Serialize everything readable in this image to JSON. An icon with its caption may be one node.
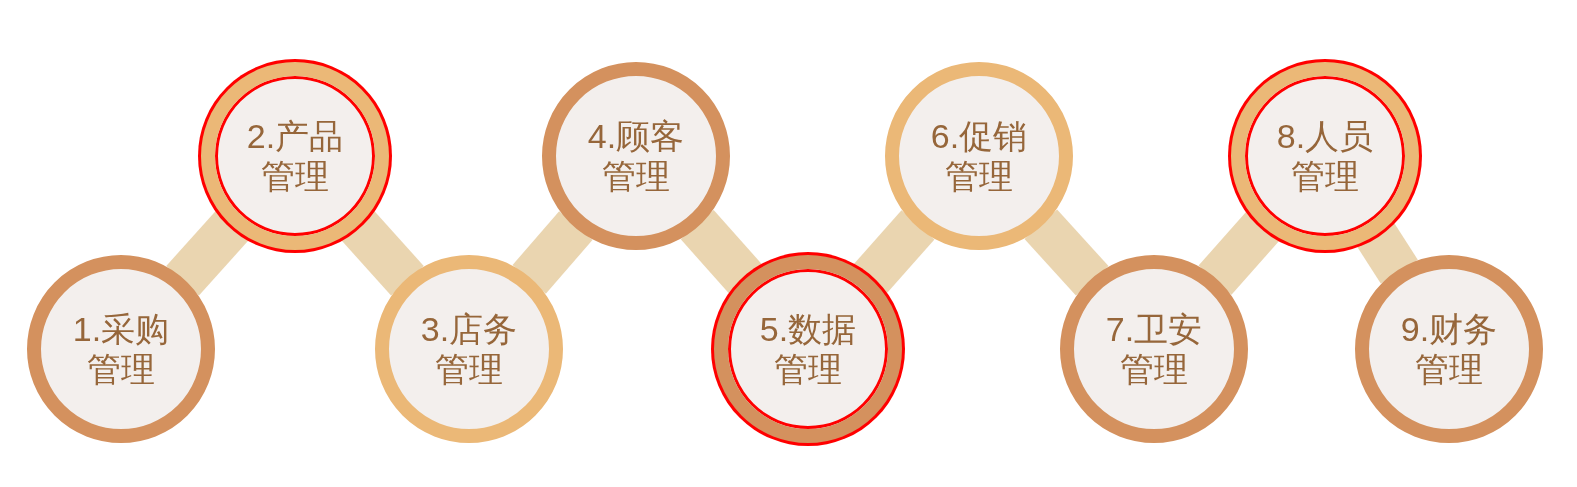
{
  "diagram": {
    "nodes": [
      {
        "text": [
          "1.采购管理"
        ]
      },
      {
        "text": [
          "2.产品管理"
        ]
      },
      {
        "text": [
          "3.店务管理"
        ]
      },
      {
        "text": [
          "4.顾客管理"
        ]
      },
      {
        "text": [
          "5.数据管理"
        ]
      },
      {
        "text": [
          "6.促销管理"
        ]
      },
      {
        "text": [
          "7.卫安管理"
        ]
      },
      {
        "text": [
          "8.人员管理"
        ]
      },
      {
        "text": [
          "9.财务管理"
        ]
      }
    ],
    "edges": [
      {
        "from": 0,
        "to": 1,
        "arrow": "none"
      },
      {
        "from": 1,
        "to": 2,
        "arrow": "none"
      },
      {
        "from": 2,
        "to": 3,
        "arrow": "none"
      },
      {
        "from": 3,
        "to": 4,
        "arrow": "none"
      },
      {
        "from": 4,
        "to": 5,
        "arrow": "none"
      },
      {
        "from": 5,
        "to": 6,
        "arrow": "none"
      },
      {
        "from": 6,
        "to": 7,
        "arrow": "none"
      },
      {
        "from": 7,
        "to": 8,
        "arrow": "none"
      }
    ]
  }
}
